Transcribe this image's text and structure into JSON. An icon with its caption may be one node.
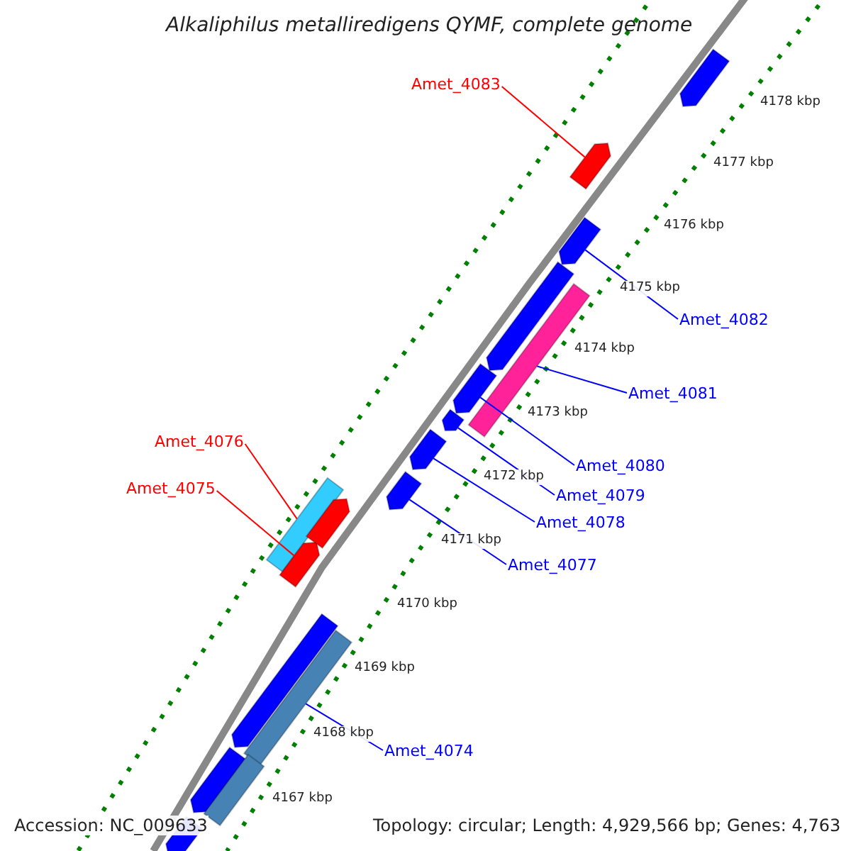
{
  "diagram": {
    "title": "Alkaliphilus metalliredigens QYMF, complete genome",
    "nodes": [
      {
        "text": [
          "Amet_4083"
        ]
      },
      {
        "text": [
          "Amet_4082"
        ]
      },
      {
        "text": [
          "Amet_4081"
        ]
      },
      {
        "text": [
          "Amet_4080"
        ]
      },
      {
        "text": [
          "Amet_4079"
        ]
      },
      {
        "text": [
          "Amet_4076"
        ]
      },
      {
        "text": [
          "Amet_4078"
        ]
      },
      {
        "text": [
          "Amet_4075"
        ]
      },
      {
        "text": [
          "Amet_4077"
        ]
      },
      {
        "text": [
          "Amet_4074"
        ]
      },
      {
        "text": [],
        "shape": "bar"
      },
      {
        "text": [],
        "shape": "bar"
      },
      {
        "text": [],
        "shape": "bar"
      },
      {
        "text": [],
        "shape": "bar"
      },
      {
        "text": [],
        "shape": "bar"
      },
      {
        "text": [],
        "shape": "bar"
      },
      {
        "text": [],
        "shape": "bar"
      },
      {
        "text": [],
        "shape": "bar"
      },
      {
        "text": [],
        "shape": "bar"
      },
      {
        "text": [],
        "shape": "bar"
      },
      {
        "text": [],
        "shape": "bar"
      },
      {
        "text": [],
        "shape": "bar"
      },
      {
        "text": [],
        "shape": "bar"
      },
      {
        "text": [],
        "shape": "bar"
      },
      {
        "text": [],
        "shape": "bar"
      },
      {
        "text": [],
        "shape": "bar"
      },
      {
        "text": [],
        "shape": "bar"
      }
    ],
    "edges": [
      {
        "from": 0,
        "to": 10,
        "arrow": "none",
        "color": "#ff0000"
      },
      {
        "from": 1,
        "to": 11,
        "arrow": "none"
      },
      {
        "from": 2,
        "to": 13,
        "arrow": "none"
      },
      {
        "from": 3,
        "to": 12,
        "arrow": "none"
      },
      {
        "from": 4,
        "to": 14,
        "arrow": "none"
      },
      {
        "from": 5,
        "to": 17,
        "arrow": "none",
        "color": "#ff0000"
      },
      {
        "from": 6,
        "to": 15,
        "arrow": "none"
      },
      {
        "from": 7,
        "to": 18,
        "arrow": "none",
        "color": "#ff0000"
      },
      {
        "from": 8,
        "to": 16,
        "arrow": "none"
      },
      {
        "from": 9,
        "to": 19,
        "arrow": "none"
      }
    ],
    "labels": [
      "4178 kbp",
      "4177 kbp",
      "4176 kbp",
      "4175 kbp",
      "4174 kbp",
      "4173 kbp",
      "4172 kbp",
      "4171 kbp",
      "4170 kbp",
      "4169 kbp",
      "4168 kbp",
      "4167 kbp",
      "Accession: NC_009633",
      "Topology: circular; Length: 4,929,566 bp; Genes: 4,763"
    ]
  }
}
